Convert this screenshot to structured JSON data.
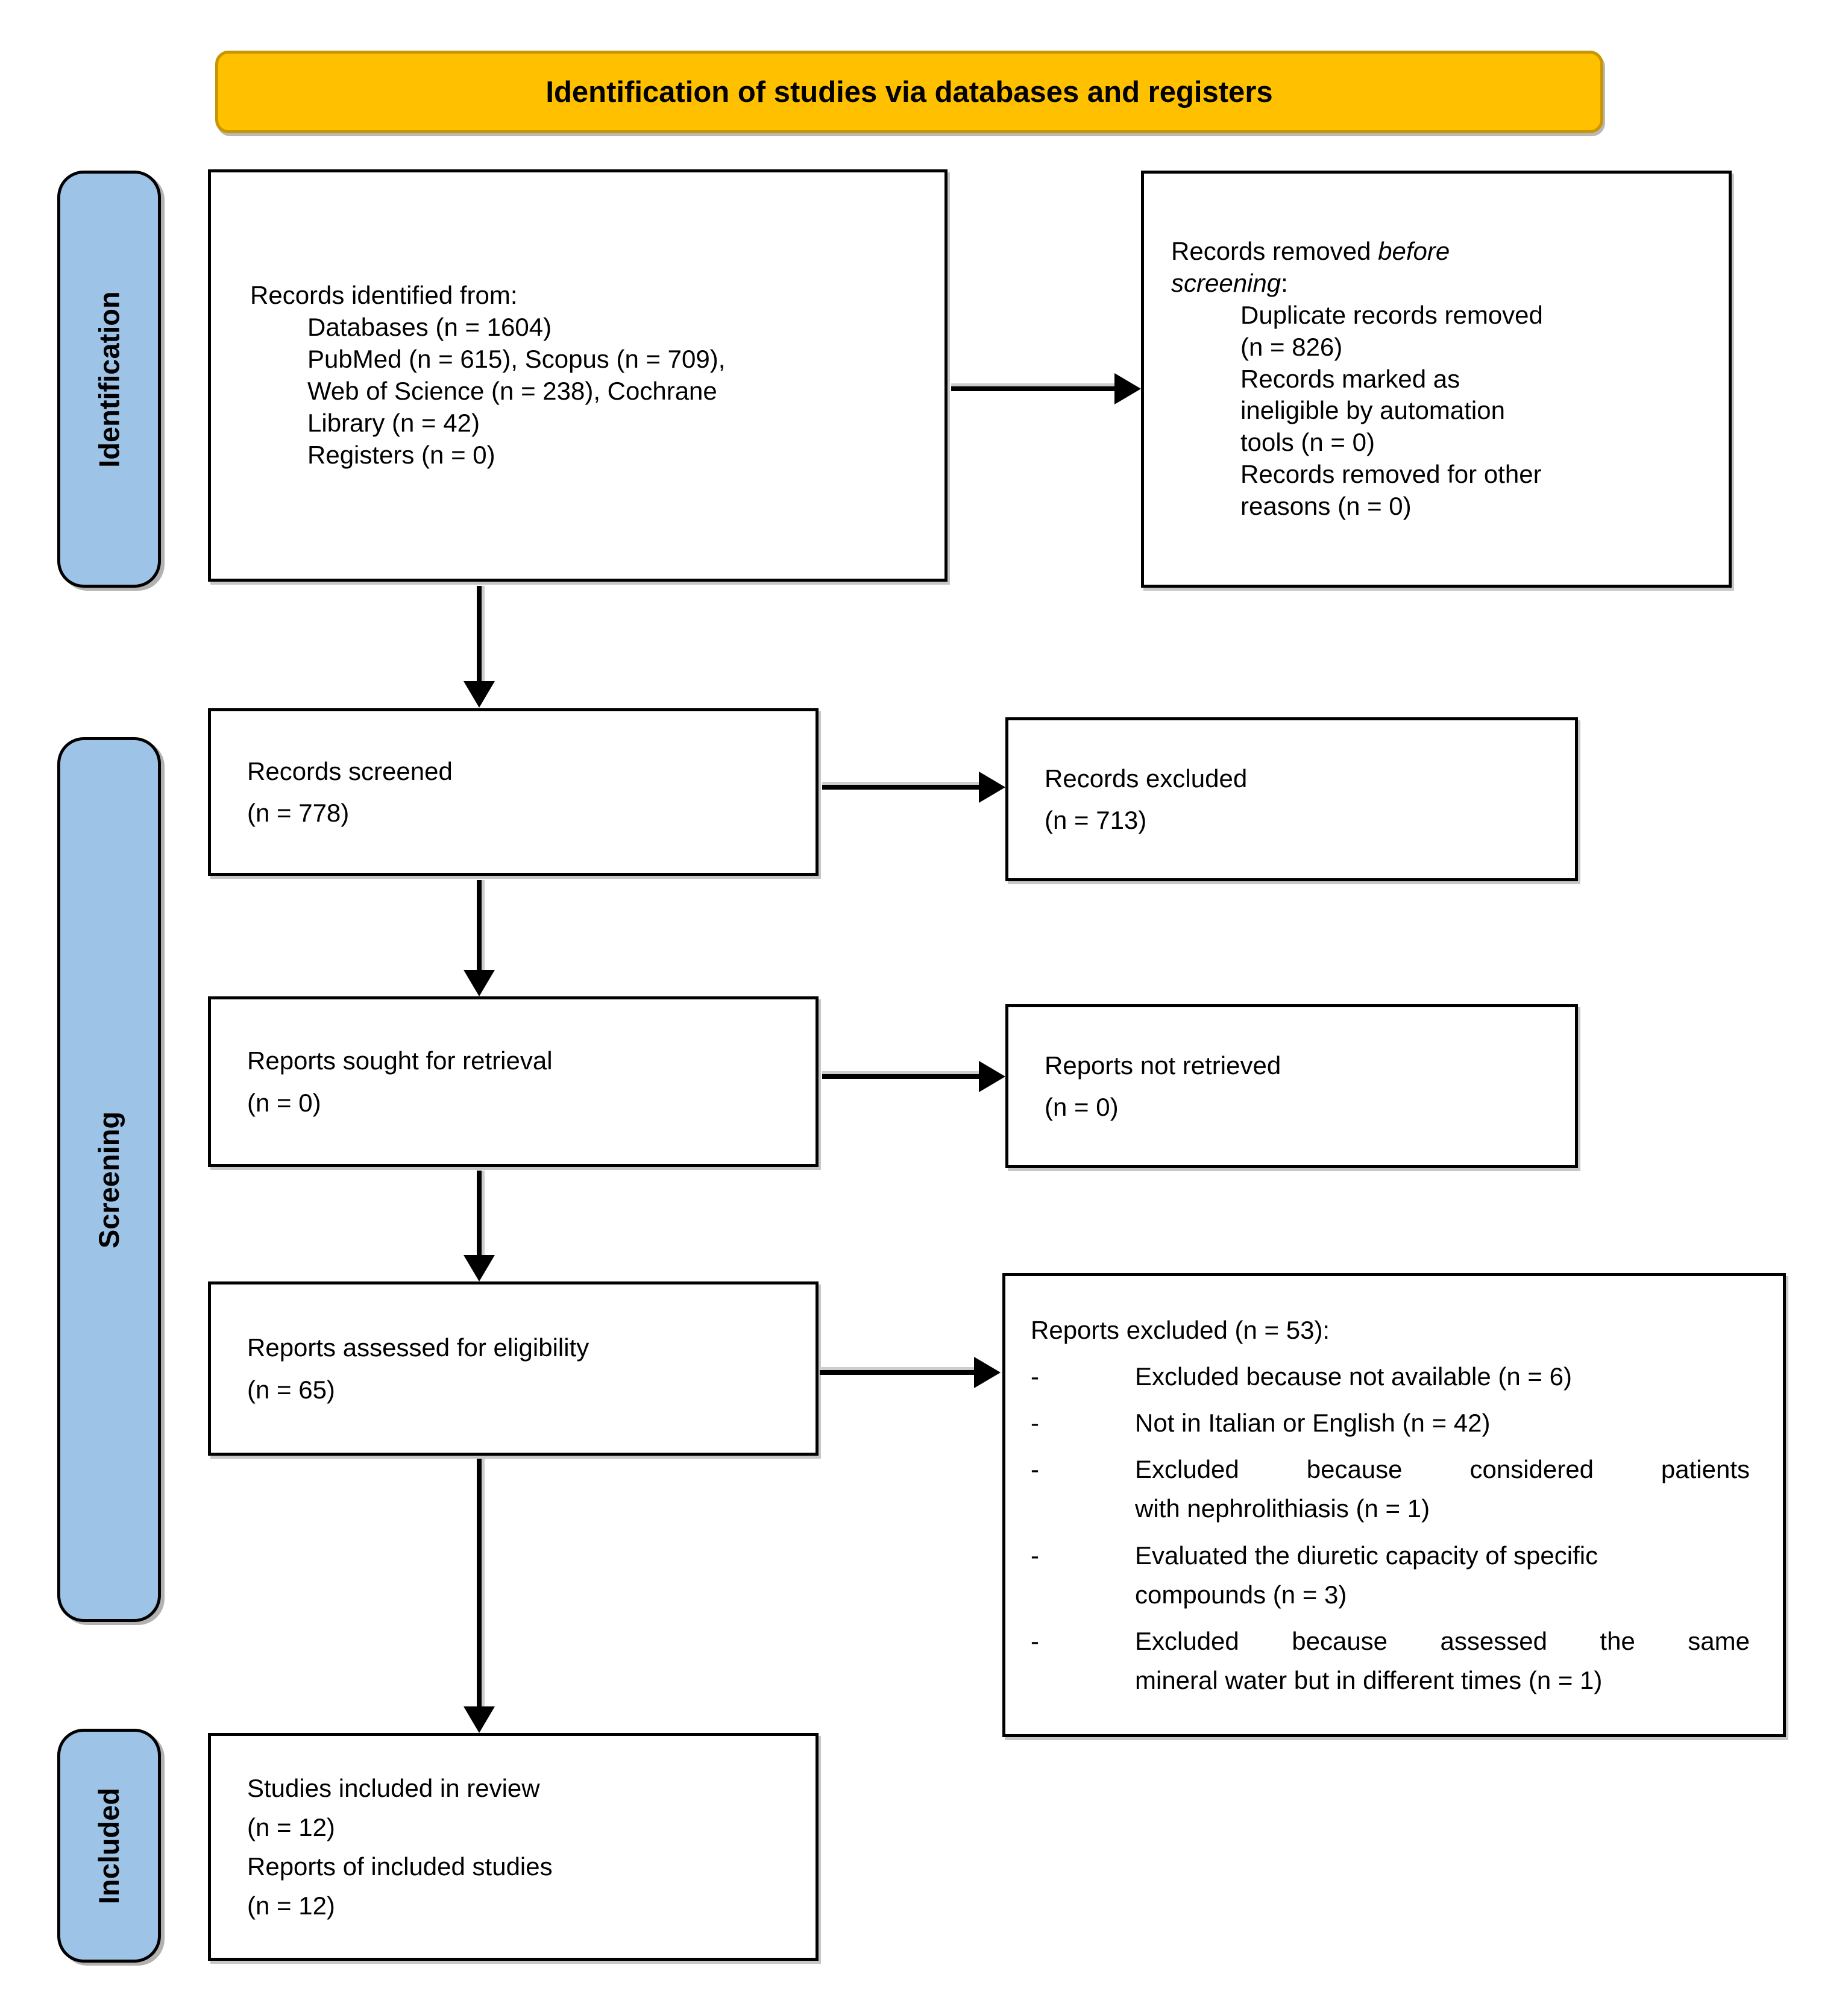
{
  "banner": {
    "title": "Identification of studies via databases and registers"
  },
  "stages": [
    {
      "label": "Identification"
    },
    {
      "label": "Screening"
    },
    {
      "label": "Included"
    }
  ],
  "colors": {
    "banner_fill": "#FFC000",
    "banner_border": "#C89600",
    "stage_fill": "#9DC3E6",
    "box_border": "#000000",
    "arrow": "#000000"
  },
  "boxes": {
    "records_identified": {
      "title": "Records identified from:",
      "lines": [
        "Databases (n = 1604)",
        "PubMed (n = 615), Scopus (n = 709),",
        "Web of Science (n = 238), Cochrane",
        "Library (n = 42)",
        "Registers (n = 0)"
      ]
    },
    "records_removed": {
      "title_prefix": "Records removed ",
      "title_italic": "before screening",
      "title_suffix": ":",
      "lines": [
        "Duplicate records removed",
        "(n = 826)",
        "Records marked as",
        "ineligible by automation",
        "tools (n = 0)",
        "Records removed for other",
        "reasons (n = 0)"
      ]
    },
    "records_screened": {
      "line1": "Records screened",
      "line2": "(n = 778)"
    },
    "records_excluded": {
      "line1": "Records excluded",
      "line2": "(n = 713)"
    },
    "reports_sought": {
      "line1": "Reports sought for retrieval",
      "line2": "(n = 0)"
    },
    "reports_not_retrieved": {
      "line1": "Reports not retrieved",
      "line2": "(n = 0)"
    },
    "reports_assessed": {
      "line1": "Reports assessed for eligibility",
      "line2": "(n = 65)"
    },
    "reports_excluded": {
      "title": "Reports excluded (n = 53):",
      "marker": "-",
      "bullets": [
        {
          "lines": [
            "Excluded because not available (n = 6)"
          ]
        },
        {
          "lines": [
            "Not in Italian or English (n = 42)"
          ]
        },
        {
          "lines": [
            "Excluded because considered patients",
            "with nephrolithiasis (n = 1)"
          ]
        },
        {
          "lines": [
            "Evaluated the diuretic capacity of specific",
            "compounds (n = 3)"
          ]
        },
        {
          "lines": [
            "Excluded because assessed the same",
            "mineral water but in different times (n = 1)"
          ]
        }
      ]
    },
    "studies_included": {
      "lines": [
        "Studies included in review",
        "(n = 12)",
        "Reports of included studies",
        "(n = 12)"
      ]
    }
  }
}
